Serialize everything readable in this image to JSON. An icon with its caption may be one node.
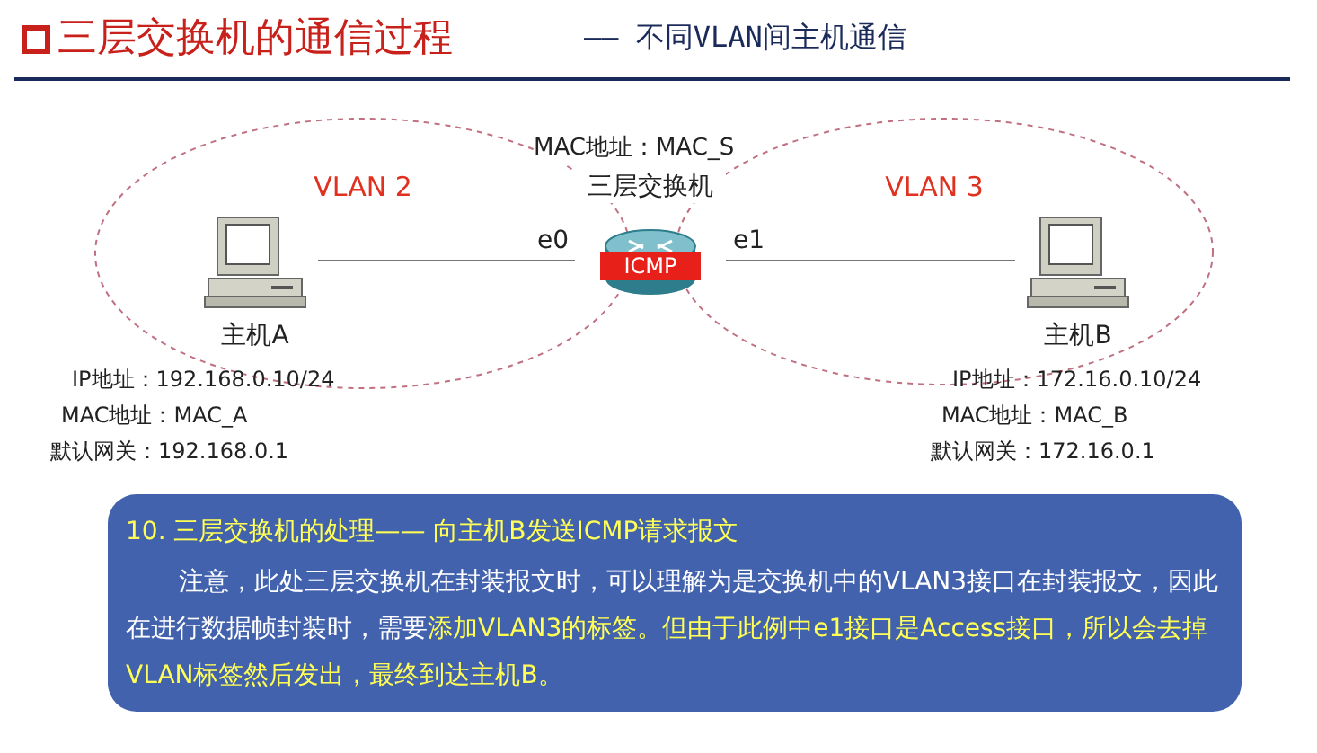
{
  "diagram": {
    "title": "三层交换机的通信过程",
    "nodes": [
      {
        "text": [
          "VLAN 2"
        ]
      },
      {
        "text": [
          "VLAN 3"
        ]
      },
      {
        "text": [
          "主机A"
        ],
        "in": 0,
        "beside": [
          "IP地址：192.168.0.10/24",
          "MAC地址：MAC_A",
          "默认网关：192.168.0.1"
        ]
      },
      {
        "text": [
          "三层交换机",
          "ICMP"
        ],
        "beside": [
          "MAC地址：MAC_S"
        ]
      },
      {
        "text": [
          "主机B"
        ],
        "in": 1,
        "beside": [
          "IP地址：172.16.0.10/24",
          "MAC地址：MAC_B",
          "默认网关：172.16.0.1"
        ]
      },
      {
        "text": [
          "10. 三层交换机的处理—— 向主机B发送ICMP请求报文",
          "注意，此处三层交换机在封装报文时，可以理解为是交换机中的VLAN3接口在封装报文，因此在进行数据帧封装时，需要",
          "添加VLAN3的标签。但由于此例中e1接口是Access接口，所以会去掉VLAN标签然后发出，最终到达主机B。"
        ]
      }
    ],
    "edges": [
      {
        "from": 2,
        "to": 3,
        "arrow": "none",
        "label": "e0"
      },
      {
        "from": 3,
        "to": 4,
        "arrow": "none",
        "label": "e1"
      }
    ],
    "labels": [
      "—— 不同VLAN间主机通信"
    ]
  }
}
